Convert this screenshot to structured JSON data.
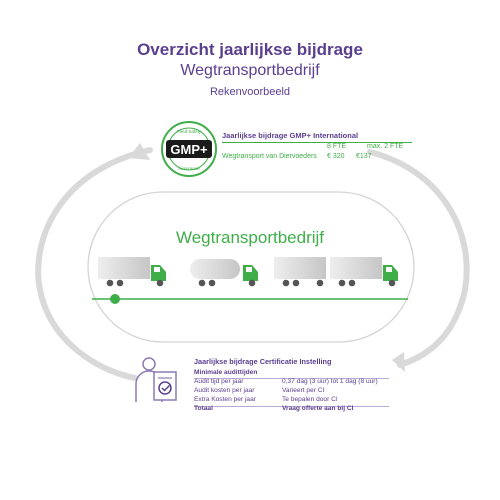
{
  "header": {
    "title": "Overzicht jaarlijkse bijdrage",
    "subtitle": "Wegtransportbedrijf",
    "caption": "Rekenvoorbeeld"
  },
  "gmp": {
    "logo_text": "GMP+",
    "logo_ring_top": "Feed Safety",
    "logo_ring_bottom": "Assurance",
    "title": "Jaarlijkse bijdrage GMP+ International",
    "col1_header": "8 FTE",
    "col2_header": "max. 2 FTE",
    "row_label": "Wegtransport van Diervoeders",
    "col1_value": "€ 320",
    "col2_value": "€137"
  },
  "center": {
    "label": "Wegtransportbedrijf"
  },
  "cert": {
    "title": "Jaarlijkse bijdrage Certificatie Instelling",
    "subheader": "Minimale audittijden",
    "rows": [
      {
        "label": "Audit tijd per jaar",
        "value": "0,37 dag (3 uur) tot 1 dag (8 uur)"
      },
      {
        "label": "Audit kosten per jaar",
        "value": "Varieert per CI"
      },
      {
        "label": "Extra Kosten per jaar",
        "value": "Te bepalen door CI"
      }
    ],
    "total_label": "Totaal",
    "total_value": "Vraag offerte aan bij CI"
  },
  "colors": {
    "purple": "#5b3f8f",
    "green": "#3fae49",
    "gray_arrow": "#d9d9d9"
  },
  "icons": [
    "gmp-logo",
    "truck-icon",
    "tanker-truck-icon",
    "certificate-person-icon"
  ]
}
